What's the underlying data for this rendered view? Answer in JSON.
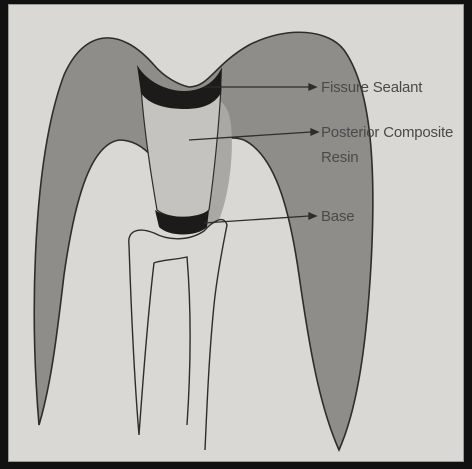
{
  "labels": {
    "fissure_sealant": "Fissure Sealant",
    "composite_line1": "Posterior Composite",
    "composite_line2": "Resin",
    "base": "Base"
  },
  "colors": {
    "background": "#d9d8d4",
    "enamel": "#8e8d8a",
    "composite": "#b5b4b0",
    "sealant": "#1c1b1a",
    "outline": "#2e2d2b",
    "border": "#111111"
  }
}
